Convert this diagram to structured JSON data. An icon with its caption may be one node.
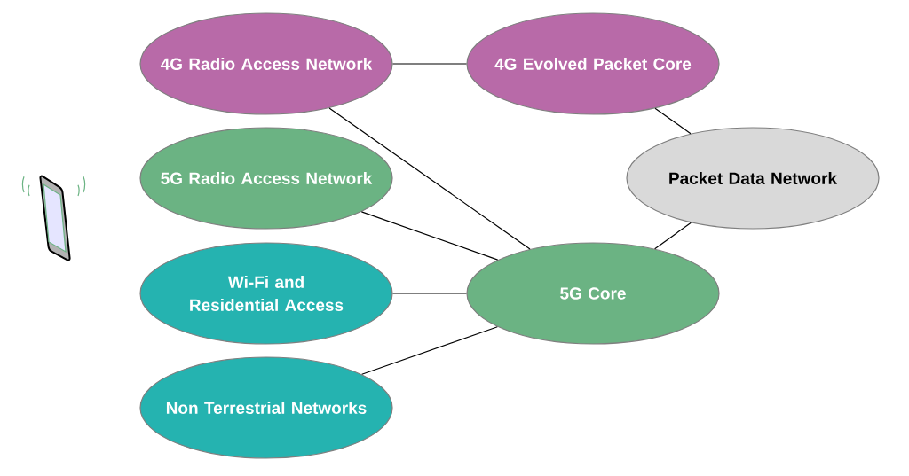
{
  "diagram": {
    "nodes": [
      {
        "text": [
          "4G Radio Access Network"
        ]
      },
      {
        "text": [
          "5G Radio Access Network"
        ]
      },
      {
        "text": [
          "Wi-Fi and Residential Access"
        ]
      },
      {
        "text": [
          "Non Terrestrial Networks"
        ]
      },
      {
        "text": [
          "4G Evolved Packet Core"
        ]
      },
      {
        "text": [
          "Packet Data Network"
        ]
      },
      {
        "text": [
          "5G Core"
        ]
      }
    ],
    "edges": [
      {
        "from": 0,
        "to": 4,
        "arrow": "none"
      },
      {
        "from": 0,
        "to": 6,
        "arrow": "none"
      },
      {
        "from": 1,
        "to": 6,
        "arrow": "none"
      },
      {
        "from": 2,
        "to": 6,
        "arrow": "none"
      },
      {
        "from": 3,
        "to": 6,
        "arrow": "none"
      },
      {
        "from": 4,
        "to": 5,
        "arrow": "none"
      },
      {
        "from": 6,
        "to": 5,
        "arrow": "none"
      }
    ]
  }
}
